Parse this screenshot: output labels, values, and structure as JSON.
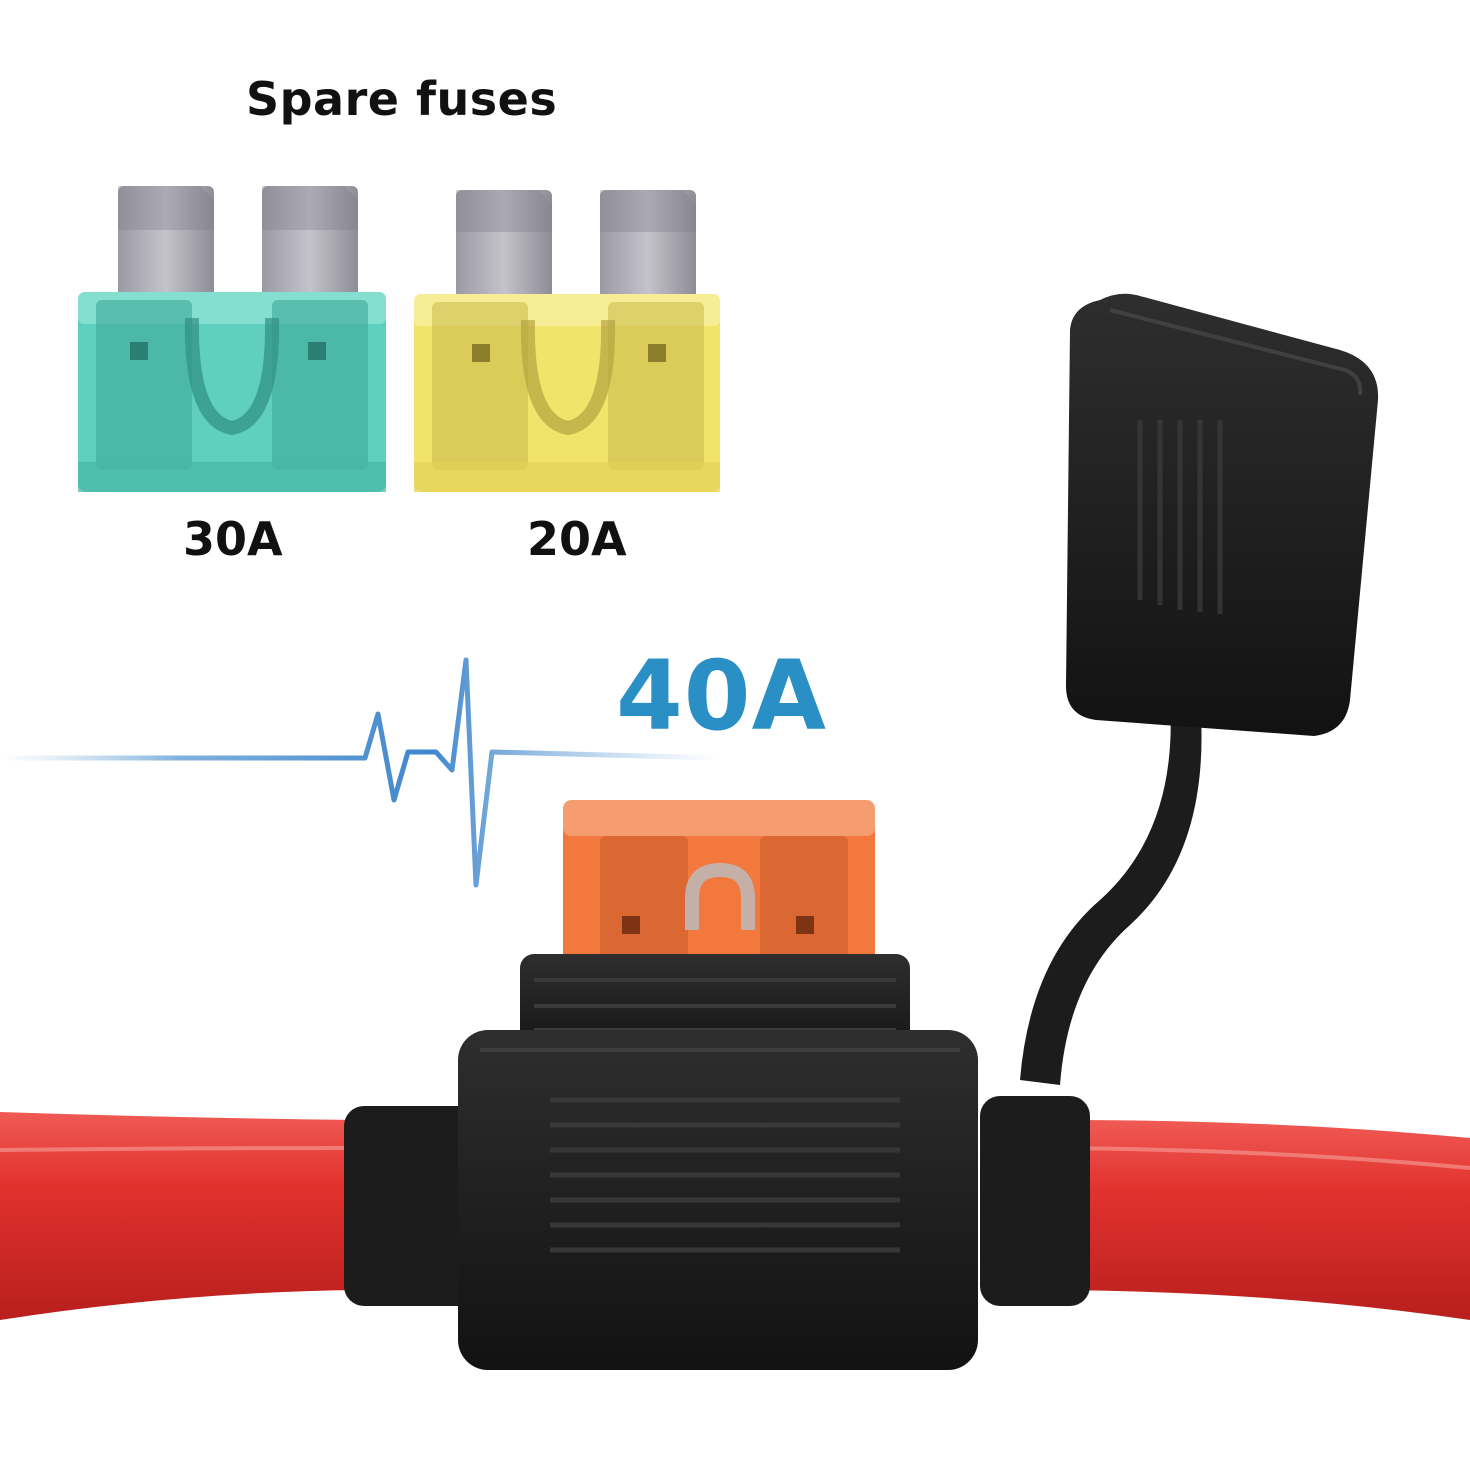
{
  "labels": {
    "title": "Spare fuses",
    "fuse_30": "30A",
    "fuse_20": "20A",
    "fuse_40": "40A"
  },
  "colors": {
    "fuse_30": "#5fd0bd",
    "fuse_20": "#f2e36a",
    "fuse_40": "#f2783e",
    "accent_text": "#2a8fc4",
    "wire": "#e2322e",
    "holder": "#1c1c1c",
    "pulse_line": "#4a8fd0"
  },
  "icons": [
    "pulse-wave-icon"
  ]
}
